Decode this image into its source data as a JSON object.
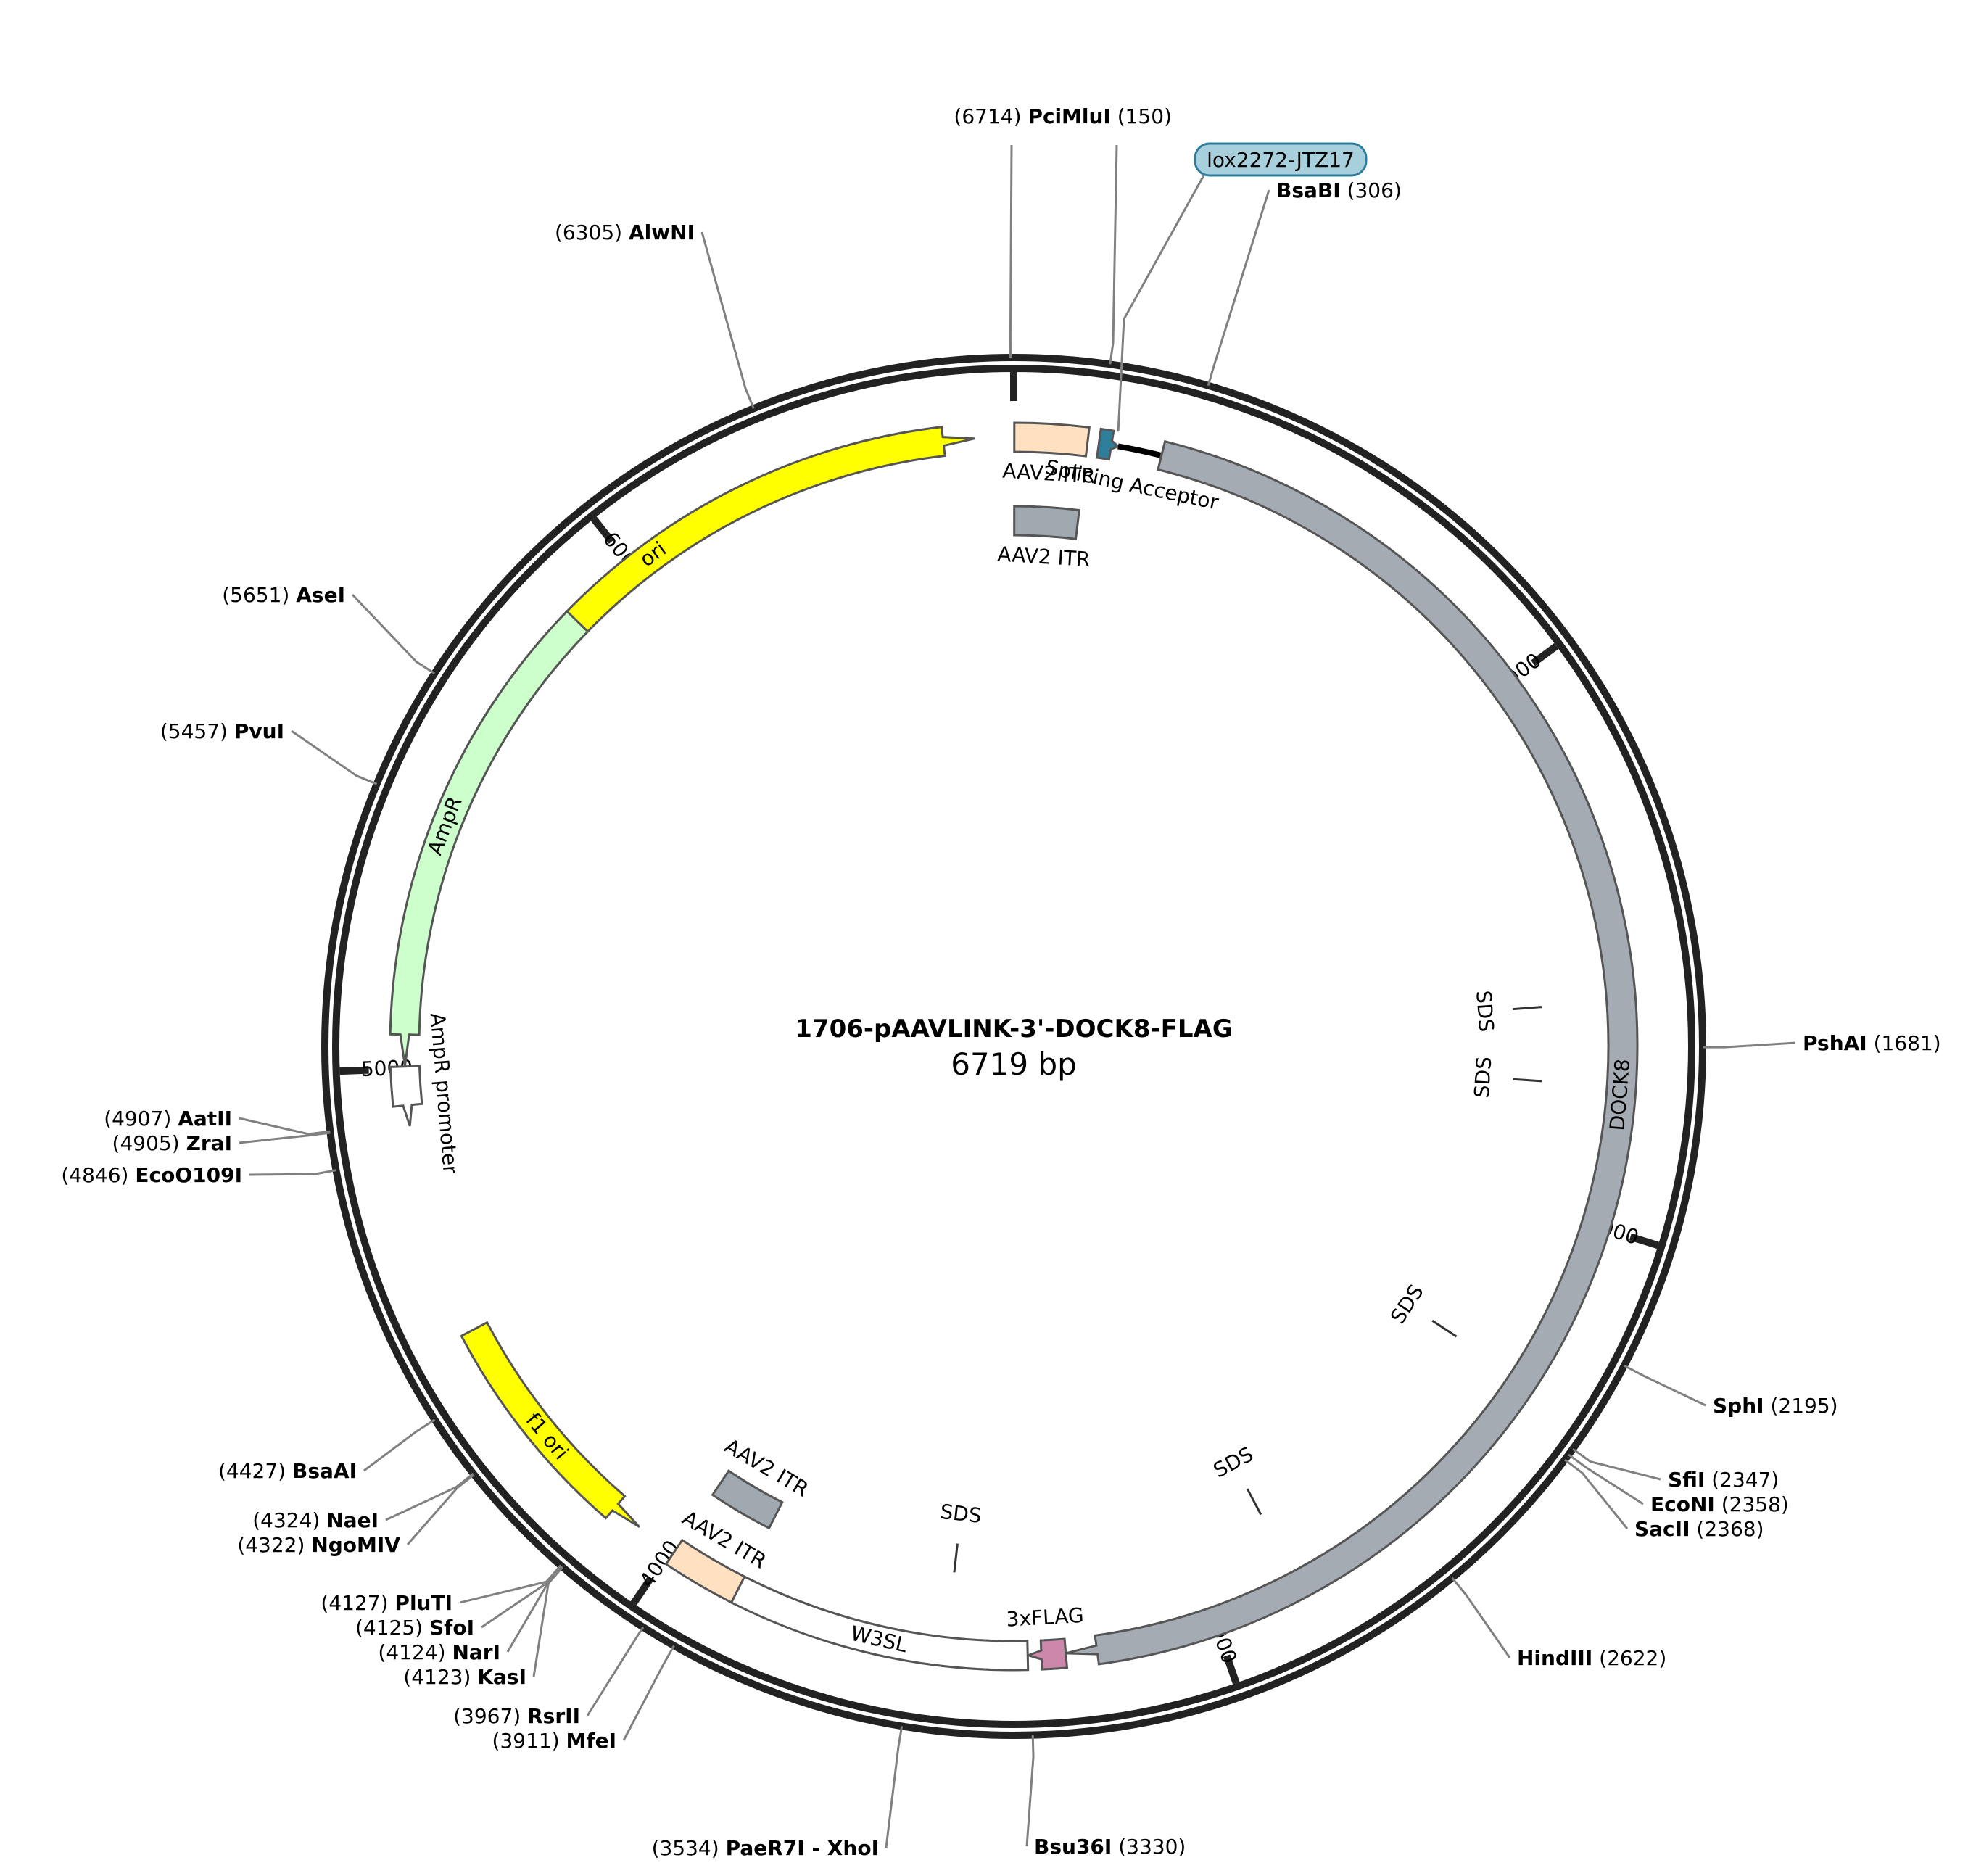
{
  "plasmid": {
    "name": "1706-pAAVLINK-3'-DOCK8-FLAG",
    "length_label": "6719 bp",
    "length": 6719
  },
  "ticks": [
    {
      "pos": 0,
      "label": ""
    },
    {
      "pos": 1000,
      "label": "1000"
    },
    {
      "pos": 2000,
      "label": "2000"
    },
    {
      "pos": 3000,
      "label": "3000"
    },
    {
      "pos": 4000,
      "label": "4000"
    },
    {
      "pos": 5000,
      "label": "5000"
    },
    {
      "pos": 6000,
      "label": "6000"
    }
  ],
  "features": [
    {
      "id": "ori",
      "label": "ori",
      "start": 5435,
      "end": 6650,
      "dir": 1,
      "color": "#ffff00",
      "lane": 0,
      "label_inside": true
    },
    {
      "id": "aav2-itr-1",
      "label": "AAV2 ITR",
      "start": 1,
      "end": 130,
      "dir": 0,
      "color": "#ffe0c0",
      "lane": 0
    },
    {
      "id": "aav2-itr-1b",
      "label": "AAV2 ITR",
      "start": 1,
      "end": 130,
      "dir": 0,
      "color": "#a0a8b0",
      "lane": 2
    },
    {
      "id": "lox",
      "label": "",
      "start": 150,
      "end": 184,
      "dir": 1,
      "color": "#2e7d9a",
      "lane": 0
    },
    {
      "id": "splicing",
      "label": "Splicing Acceptor",
      "start": 184,
      "end": 260,
      "dir": 0,
      "color": "#000000",
      "lane": 0,
      "line": true
    },
    {
      "id": "dock8",
      "label": "DOCK8",
      "start": 262,
      "end": 3268,
      "dir": 1,
      "color": "#a5abb3",
      "lane": 0,
      "label_inside": true
    },
    {
      "id": "flag",
      "label": "3xFLAG",
      "start": 3268,
      "end": 3334,
      "dir": 1,
      "color": "#cc88aa",
      "lane": 0
    },
    {
      "id": "w3sl",
      "label": "W3SL",
      "start": 3335,
      "end": 3862,
      "dir": 0,
      "color": "#ffffff",
      "lane": 0,
      "label_inside": true
    },
    {
      "id": "aav2-itr-2",
      "label": "AAV2 ITR",
      "start": 3862,
      "end": 3992,
      "dir": 0,
      "color": "#ffe0c0",
      "lane": 0
    },
    {
      "id": "aav2-itr-2b",
      "label": "AAV2 ITR",
      "start": 3862,
      "end": 3992,
      "dir": 0,
      "color": "#a0a8b0",
      "lane": 2
    },
    {
      "id": "f1ori",
      "label": "f1 ori",
      "start": 4067,
      "end": 4523,
      "dir": -1,
      "color": "#ffff00",
      "lane": 0,
      "label_inside": true
    },
    {
      "id": "ampr-prom",
      "label": "AmpR promoter",
      "start": 4899,
      "end": 5004,
      "dir": -1,
      "color": "#ffffff",
      "lane": 0
    },
    {
      "id": "ampr",
      "label": "AmpR",
      "start": 5005,
      "end": 5865,
      "dir": -1,
      "color": "#ccffcc",
      "lane": 0,
      "label_inside": true
    }
  ],
  "sds_labels": [
    "SDS",
    "SDS",
    "SDS",
    "SDS",
    "SDS"
  ],
  "lox_label": "lox2272-JTZ17",
  "enzymes": [
    {
      "name": "PciI",
      "pos": 6714
    },
    {
      "name": "MluI",
      "pos": 150
    },
    {
      "name": "BsaBI",
      "pos": 306
    },
    {
      "name": "AlwNI",
      "pos": 6305
    },
    {
      "name": "AseI",
      "pos": 5651
    },
    {
      "name": "PvuI",
      "pos": 5457
    },
    {
      "name": "PshAI",
      "pos": 1681
    },
    {
      "name": "AatII",
      "pos": 4907
    },
    {
      "name": "ZraI",
      "pos": 4905
    },
    {
      "name": "EcoO109I",
      "pos": 4846
    },
    {
      "name": "SphI",
      "pos": 2195
    },
    {
      "name": "SfiI",
      "pos": 2347
    },
    {
      "name": "EcoNI",
      "pos": 2358
    },
    {
      "name": "SacII",
      "pos": 2368
    },
    {
      "name": "HindIII",
      "pos": 2622
    },
    {
      "name": "BsaAI",
      "pos": 4427
    },
    {
      "name": "NaeI",
      "pos": 4324
    },
    {
      "name": "NgoMIV",
      "pos": 4322
    },
    {
      "name": "PluTI",
      "pos": 4127
    },
    {
      "name": "SfoI",
      "pos": 4125
    },
    {
      "name": "NarI",
      "pos": 4124
    },
    {
      "name": "KasI",
      "pos": 4123
    },
    {
      "name": "RsrII",
      "pos": 3967
    },
    {
      "name": "MfeI",
      "pos": 3911
    },
    {
      "name": "PaeR7I - XhoI",
      "pos": 3534
    },
    {
      "name": "Bsu36I",
      "pos": 3330
    }
  ]
}
